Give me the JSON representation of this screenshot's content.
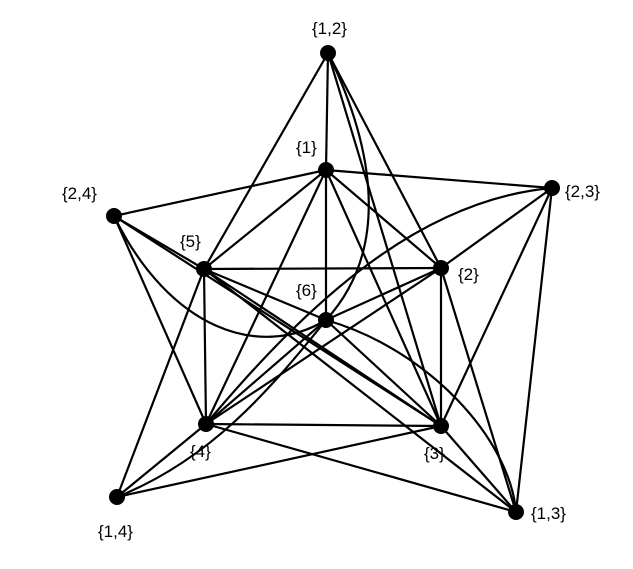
{
  "graph": {
    "vertices": [
      {
        "id": "v1",
        "label": "{1}"
      },
      {
        "id": "v2",
        "label": "{2}"
      },
      {
        "id": "v3",
        "label": "{3}"
      },
      {
        "id": "v4",
        "label": "{4}"
      },
      {
        "id": "v5",
        "label": "{5}"
      },
      {
        "id": "v6",
        "label": "{6}"
      },
      {
        "id": "v12",
        "label": "{1,2}"
      },
      {
        "id": "v13",
        "label": "{1,3}"
      },
      {
        "id": "v14",
        "label": "{1,4}"
      },
      {
        "id": "v23",
        "label": "{2,3}"
      },
      {
        "id": "v24",
        "label": "{2,4}"
      }
    ],
    "edges": [
      [
        "v1",
        "v2"
      ],
      [
        "v1",
        "v3"
      ],
      [
        "v1",
        "v4"
      ],
      [
        "v1",
        "v5"
      ],
      [
        "v1",
        "v6"
      ],
      [
        "v2",
        "v3"
      ],
      [
        "v2",
        "v4"
      ],
      [
        "v2",
        "v5"
      ],
      [
        "v2",
        "v6"
      ],
      [
        "v3",
        "v4"
      ],
      [
        "v3",
        "v5"
      ],
      [
        "v3",
        "v6"
      ],
      [
        "v4",
        "v5"
      ],
      [
        "v4",
        "v6"
      ],
      [
        "v5",
        "v6"
      ],
      [
        "v12",
        "v1"
      ],
      [
        "v12",
        "v2"
      ],
      [
        "v12",
        "v3"
      ],
      [
        "v12",
        "v5"
      ],
      [
        "v12",
        "v6"
      ],
      [
        "v23",
        "v1"
      ],
      [
        "v23",
        "v2"
      ],
      [
        "v23",
        "v3"
      ],
      [
        "v23",
        "v4"
      ],
      [
        "v23",
        "v13"
      ],
      [
        "v24",
        "v1"
      ],
      [
        "v24",
        "v4"
      ],
      [
        "v24",
        "v5"
      ],
      [
        "v24",
        "v6"
      ],
      [
        "v24",
        "v3"
      ],
      [
        "v14",
        "v3"
      ],
      [
        "v14",
        "v4"
      ],
      [
        "v14",
        "v5"
      ],
      [
        "v14",
        "v6"
      ],
      [
        "v13",
        "v2"
      ],
      [
        "v13",
        "v3"
      ],
      [
        "v13",
        "v4"
      ],
      [
        "v13",
        "v5"
      ],
      [
        "v13",
        "v6"
      ]
    ]
  }
}
